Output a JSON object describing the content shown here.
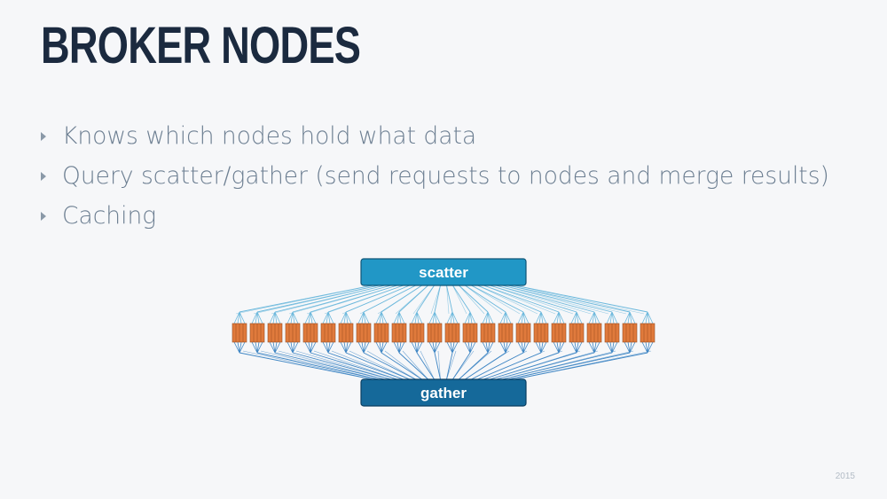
{
  "slide": {
    "title": "BROKER NODES",
    "bullets": [
      "Knows which nodes hold what data",
      "Query scatter/gather (send requests to nodes and merge results)",
      "Caching"
    ],
    "footer_year": "2015"
  },
  "diagram": {
    "top_box_label": "scatter",
    "bottom_box_label": "gather",
    "node_count": 24,
    "colors": {
      "scatter_box": "#2197c6",
      "gather_box": "#15699a",
      "top_lines": "#6bb8dc",
      "bottom_lines": "#3f86c4",
      "segment": "#e07a3c",
      "segment_border": "#9a4d1f"
    }
  }
}
